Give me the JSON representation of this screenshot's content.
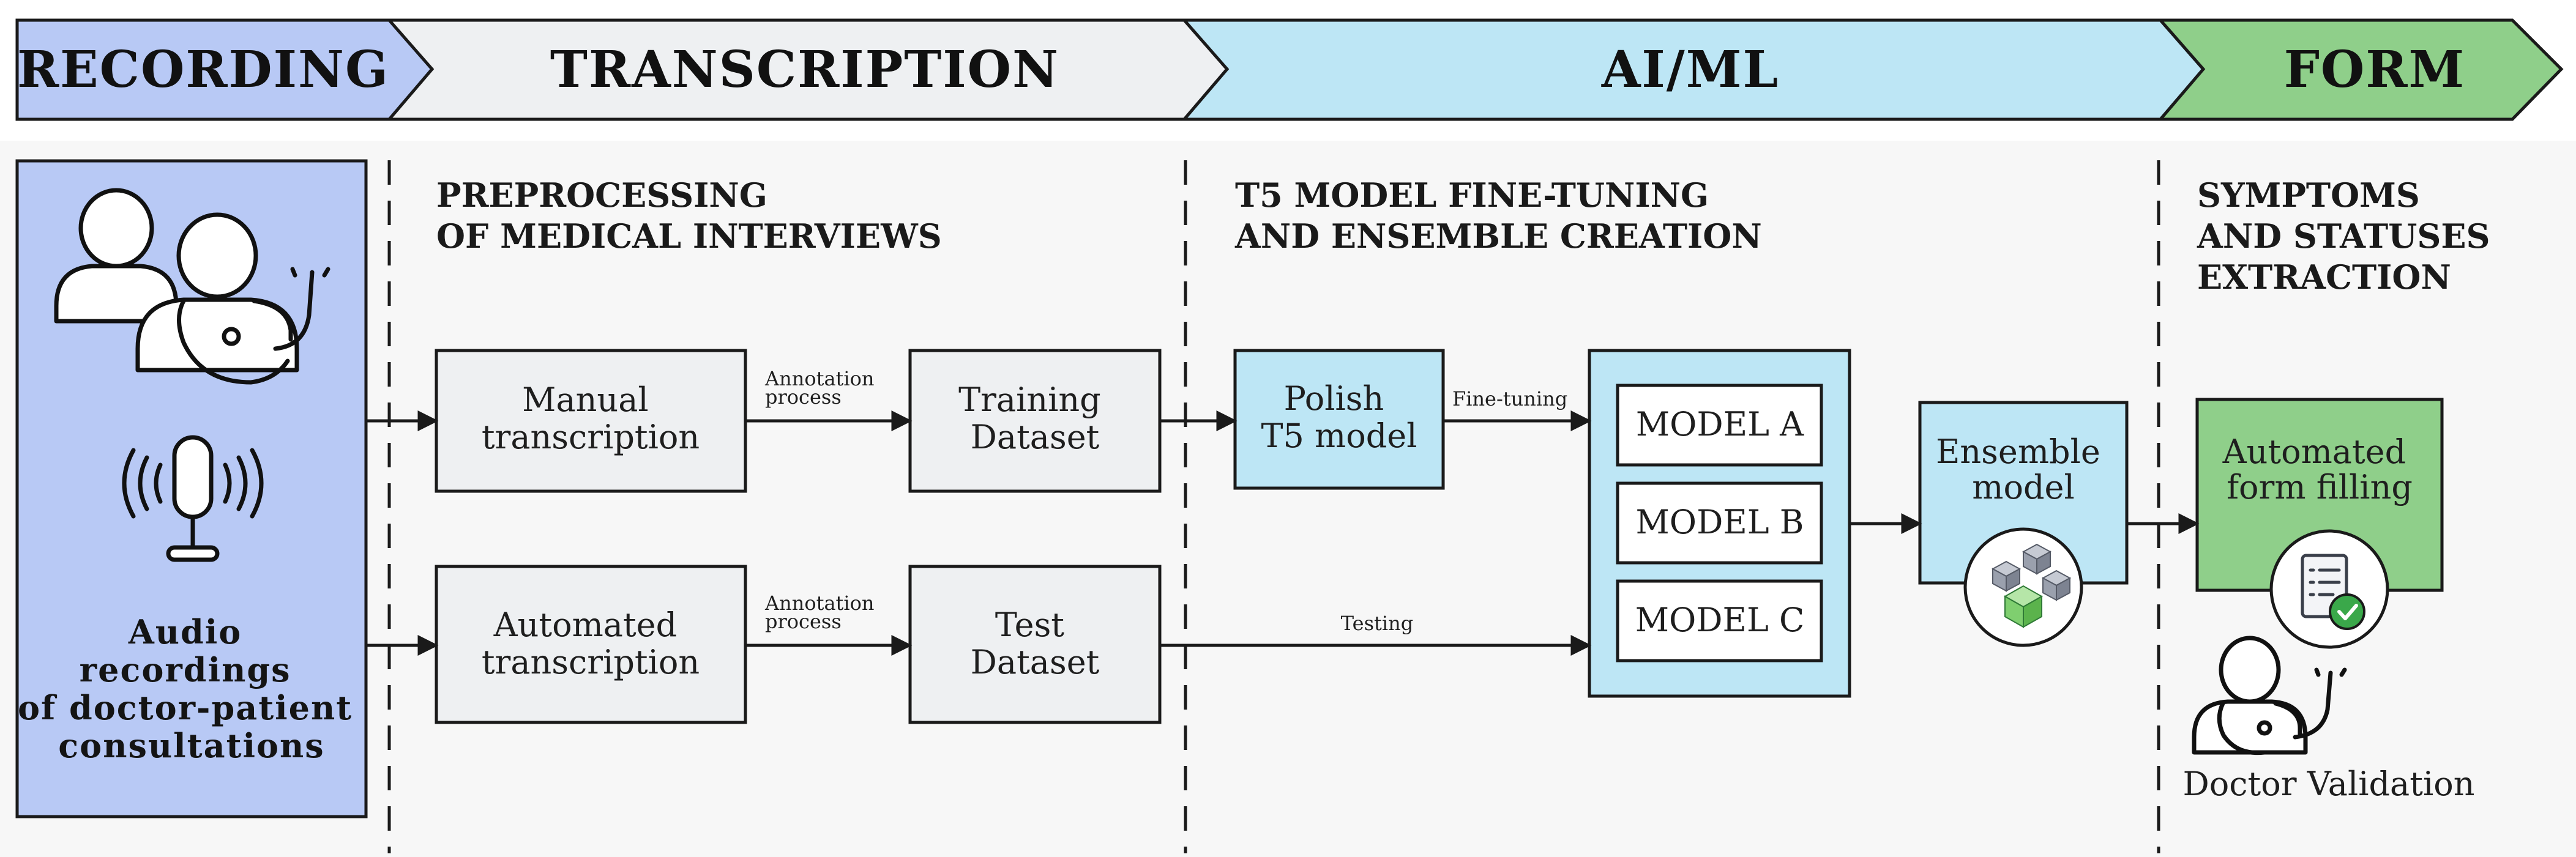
{
  "stages": {
    "recording": "RECORDING",
    "transcription": "TRANSCRIPTION",
    "aiml": "AI/ML",
    "form": "FORM"
  },
  "sections": {
    "preprocessing": [
      "PREPROCESSING",
      "OF MEDICAL INTERVIEWS"
    ],
    "finetuning": [
      "T5 MODEL FINE-TUNING",
      "AND ENSEMBLE CREATION"
    ],
    "extraction": [
      "SYMPTOMS",
      "AND STATUSES",
      "EXTRACTION"
    ]
  },
  "audio_label": [
    "Audio",
    "recordings",
    "of doctor-patient",
    "consultations"
  ],
  "boxes": {
    "manual": [
      "Manual",
      "transcription"
    ],
    "automated": [
      "Automated",
      "transcription"
    ],
    "training": [
      "Training",
      "Dataset"
    ],
    "test": [
      "Test",
      "Dataset"
    ],
    "t5": [
      "Polish",
      "T5 model"
    ],
    "model_a": "MODEL A",
    "model_b": "MODEL B",
    "model_c": "MODEL C",
    "ensemble": [
      "Ensemble",
      "model"
    ],
    "form": [
      "Automated",
      "form filling"
    ]
  },
  "edge_labels": {
    "annotation_top": [
      "Annotation",
      "process"
    ],
    "annotation_bottom": [
      "Annotation",
      "process"
    ],
    "finetuning": "Fine-tuning",
    "testing": "Testing"
  },
  "doctor_validation": "Doctor Validation",
  "colors": {
    "recording": "#b8c9f5",
    "transcription": "#eef0f2",
    "aiml": "#bde6f5",
    "form": "#8fcf8a",
    "box_gray": "#eef0f2",
    "box_blue": "#bde6f5",
    "box_green": "#8fcf8a",
    "background": "#f7f7f7"
  },
  "icons": [
    "doctor-patient-icon",
    "microphone-icon",
    "cubes-icon",
    "form-checklist-icon",
    "doctor-icon"
  ]
}
